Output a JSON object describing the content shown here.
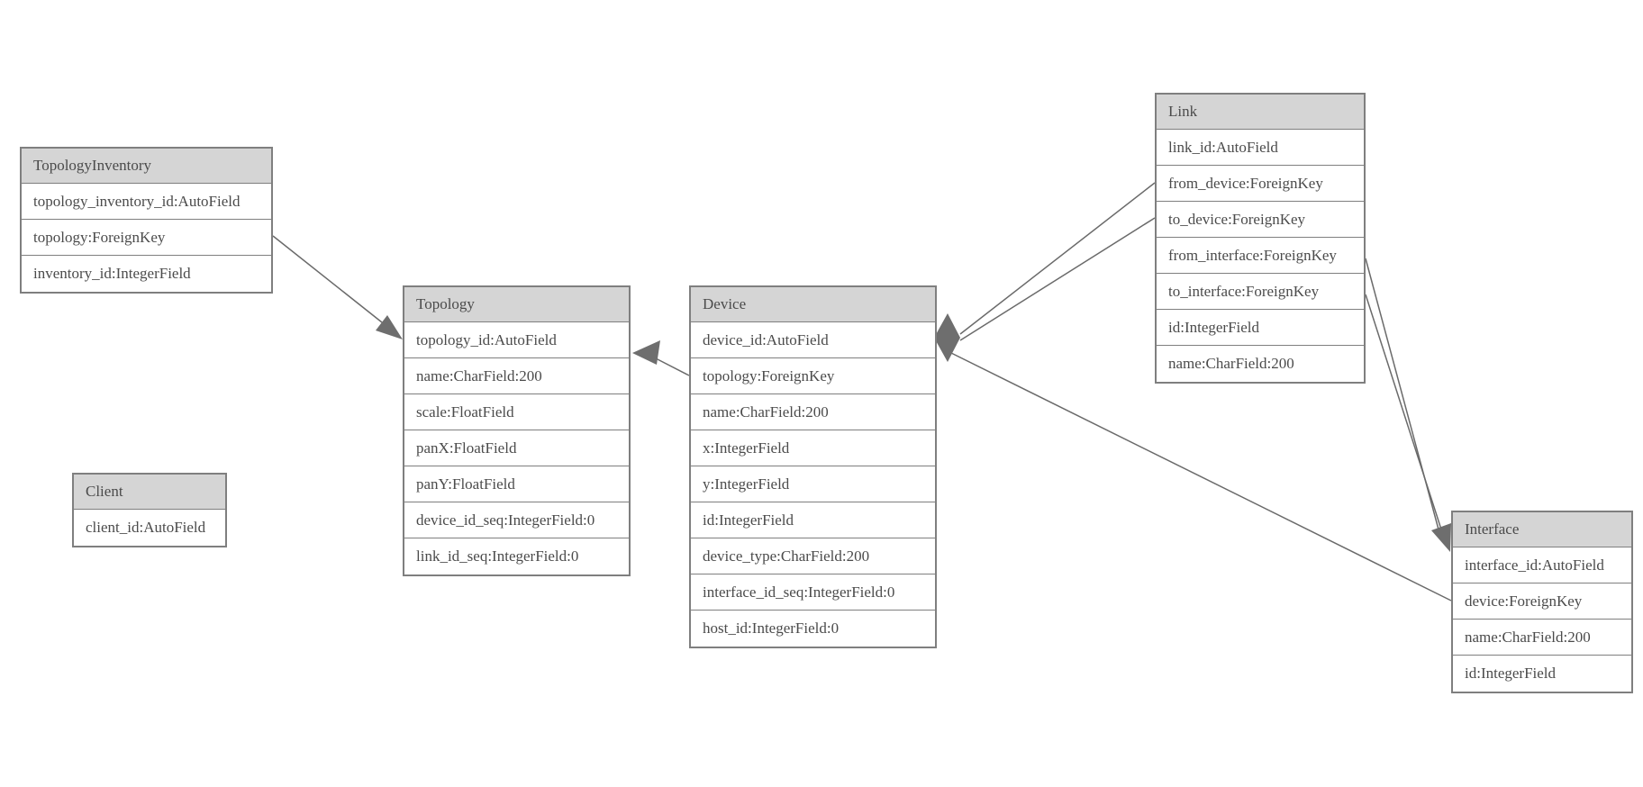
{
  "diagram": {
    "type": "entity-relationship",
    "colors": {
      "header_fill": "#d5d5d5",
      "border": "#7f7f7f",
      "text": "#4b4b4b",
      "connector": "#6a6a6a",
      "arrowhead_fill": "#6e6e6e",
      "background": "#ffffff"
    },
    "entities": [
      {
        "name": "TopologyInventory",
        "fields": [
          "topology_inventory_id:AutoField",
          "topology:ForeignKey",
          "inventory_id:IntegerField"
        ]
      },
      {
        "name": "Topology",
        "fields": [
          "topology_id:AutoField",
          "name:CharField:200",
          "scale:FloatField",
          "panX:FloatField",
          "panY:FloatField",
          "device_id_seq:IntegerField:0",
          "link_id_seq:IntegerField:0"
        ]
      },
      {
        "name": "Client",
        "fields": [
          "client_id:AutoField"
        ]
      },
      {
        "name": "Device",
        "fields": [
          "device_id:AutoField",
          "topology:ForeignKey",
          "name:CharField:200",
          "x:IntegerField",
          "y:IntegerField",
          "id:IntegerField",
          "device_type:CharField:200",
          "interface_id_seq:IntegerField:0",
          "host_id:IntegerField:0"
        ]
      },
      {
        "name": "Link",
        "fields": [
          "link_id:AutoField",
          "from_device:ForeignKey",
          "to_device:ForeignKey",
          "from_interface:ForeignKey",
          "to_interface:ForeignKey",
          "id:IntegerField",
          "name:CharField:200"
        ]
      },
      {
        "name": "Interface",
        "fields": [
          "interface_id:AutoField",
          "device:ForeignKey",
          "name:CharField:200",
          "id:IntegerField"
        ]
      }
    ],
    "relationships": [
      {
        "from_entity": "TopologyInventory",
        "from_field": "topology",
        "to_entity": "Topology"
      },
      {
        "from_entity": "Device",
        "from_field": "topology",
        "to_entity": "Topology"
      },
      {
        "from_entity": "Link",
        "from_field": "from_device",
        "to_entity": "Device"
      },
      {
        "from_entity": "Link",
        "from_field": "to_device",
        "to_entity": "Device"
      },
      {
        "from_entity": "Link",
        "from_field": "from_interface",
        "to_entity": "Interface"
      },
      {
        "from_entity": "Link",
        "from_field": "to_interface",
        "to_entity": "Interface"
      },
      {
        "from_entity": "Interface",
        "from_field": "device",
        "to_entity": "Device"
      }
    ]
  }
}
